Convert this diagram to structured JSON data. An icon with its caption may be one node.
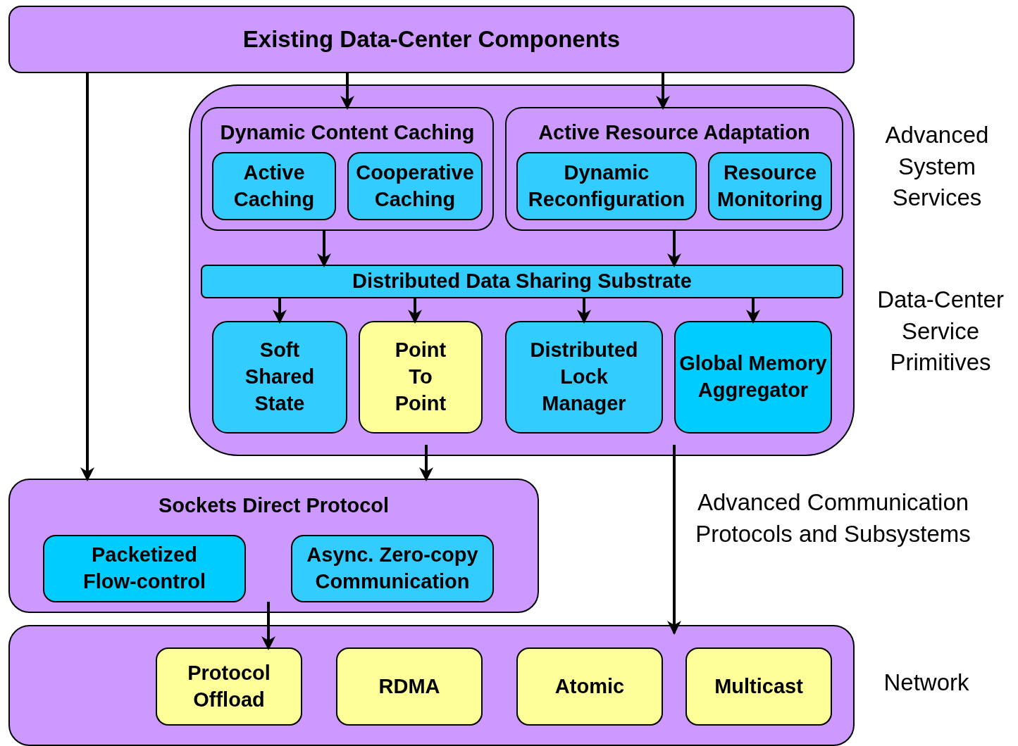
{
  "diagram": {
    "nodes": [
      {
        "text": [
          "Existing Data-Center Components"
        ]
      },
      {
        "text": [],
        "shape": "box"
      },
      {
        "text": [
          "Dynamic Content Caching"
        ],
        "in": 1
      },
      {
        "text": [
          "Active Caching"
        ],
        "in": 2
      },
      {
        "text": [
          "Cooperative Caching"
        ],
        "in": 2
      },
      {
        "text": [
          "Active Resource Adaptation"
        ],
        "in": 1
      },
      {
        "text": [
          "Dynamic Reconfiguration"
        ],
        "in": 5
      },
      {
        "text": [
          "Resource Monitoring"
        ],
        "in": 5
      },
      {
        "text": [
          "Distributed Data Sharing Substrate"
        ],
        "in": 1
      },
      {
        "text": [
          "Soft Shared State"
        ],
        "in": 1
      },
      {
        "text": [
          "Point To Point"
        ],
        "in": 1
      },
      {
        "text": [
          "Distributed Lock Manager"
        ],
        "in": 1
      },
      {
        "text": [
          "Global Memory Aggregator"
        ],
        "in": 1
      },
      {
        "text": [
          "Sockets Direct Protocol"
        ]
      },
      {
        "text": [
          "Packetized Flow-control"
        ],
        "in": 13
      },
      {
        "text": [
          "Async. Zero-copy Communication"
        ],
        "in": 13
      },
      {
        "text": [],
        "shape": "box"
      },
      {
        "text": [
          "Protocol Offload"
        ],
        "in": 16
      },
      {
        "text": [
          "RDMA"
        ],
        "in": 16
      },
      {
        "text": [
          "Atomic"
        ],
        "in": 16
      },
      {
        "text": [
          "Multicast"
        ],
        "in": 16
      }
    ],
    "edges": [
      {
        "from": 0,
        "to": 13,
        "arrow": "to"
      },
      {
        "from": 0,
        "to": 2,
        "arrow": "to"
      },
      {
        "from": 0,
        "to": 5,
        "arrow": "to"
      },
      {
        "from": 2,
        "to": 8,
        "arrow": "to"
      },
      {
        "from": 5,
        "to": 8,
        "arrow": "to"
      },
      {
        "from": 8,
        "to": 9,
        "arrow": "to"
      },
      {
        "from": 8,
        "to": 10,
        "arrow": "to"
      },
      {
        "from": 8,
        "to": 11,
        "arrow": "to"
      },
      {
        "from": 8,
        "to": 12,
        "arrow": "to"
      },
      {
        "from": 1,
        "to": 13,
        "arrow": "to"
      },
      {
        "from": 1,
        "to": 16,
        "arrow": "to"
      },
      {
        "from": 13,
        "to": 17,
        "arrow": "to"
      }
    ],
    "labels": [
      "Advanced System Services",
      "Data-Center Service Primitives",
      "Advanced Communication Protocols and Subsystems",
      "Network"
    ]
  }
}
